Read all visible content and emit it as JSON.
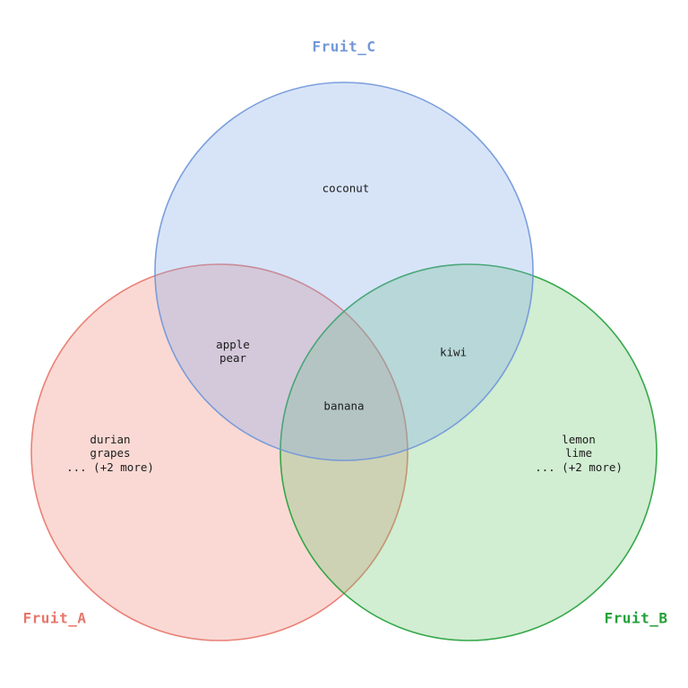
{
  "diagram": {
    "type": "venn",
    "sets": [
      {
        "id": "A",
        "label": "Fruit_A",
        "stroke": "#e8756a",
        "fill": "#f08070",
        "label_color": "#e8756a"
      },
      {
        "id": "B",
        "label": "Fruit_B",
        "stroke": "#22a038",
        "fill": "#66c46a",
        "label_color": "#22a038"
      },
      {
        "id": "C",
        "label": "Fruit_C",
        "stroke": "#6f96d8",
        "fill": "#7aa7e8",
        "label_color": "#7297d8"
      }
    ],
    "regions": {
      "a_only": "durian\ngrapes\n... (+2 more)",
      "b_only": "lemon\nlime\n... (+2 more)",
      "c_only": "coconut",
      "a_c": "apple\npear",
      "b_c": "kiwi",
      "a_b_c": "banana"
    }
  }
}
